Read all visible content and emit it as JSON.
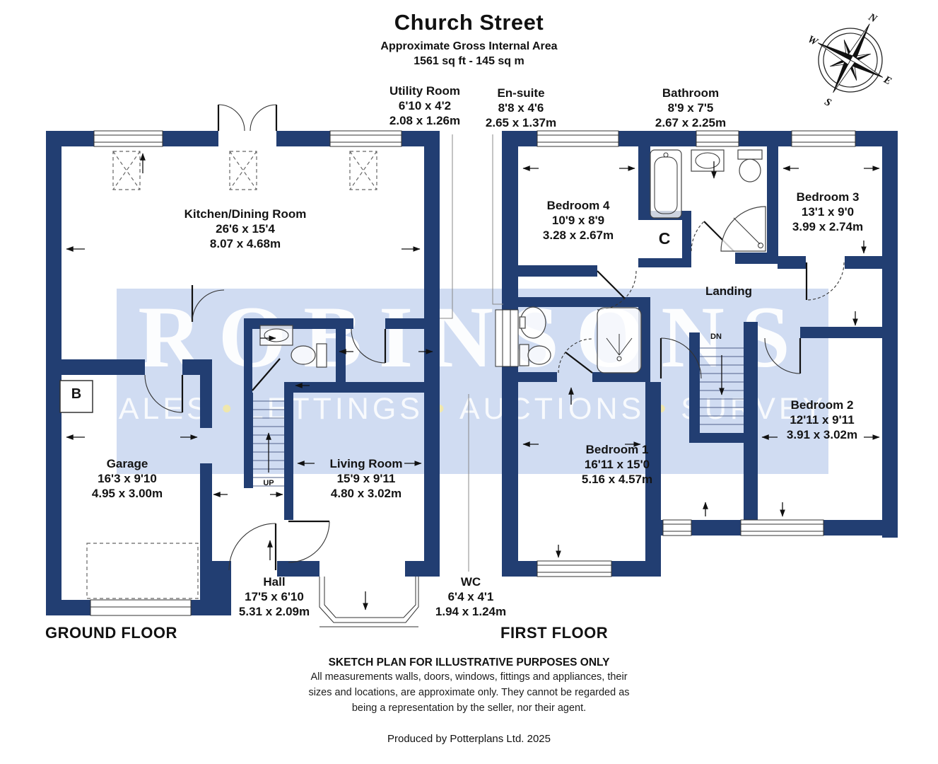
{
  "header": {
    "title": "Church Street",
    "subtitle": "Approximate Gross Internal Area",
    "area": "1561 sq ft - 145 sq m"
  },
  "watermark": {
    "brand": "ROBINSONS",
    "words": [
      "SALES",
      "LETTINGS",
      "AUCTIONS",
      "SURVEYS"
    ],
    "bullet": "•"
  },
  "compass": {
    "n": "N",
    "e": "E",
    "s": "S",
    "w": "W"
  },
  "rooms": {
    "utility": {
      "name": "Utility Room",
      "imperial": "6'10 x 4'2",
      "metric": "2.08 x 1.26m"
    },
    "ensuite": {
      "name": "En-suite",
      "imperial": "8'8 x 4'6",
      "metric": "2.65 x 1.37m"
    },
    "bathroom": {
      "name": "Bathroom",
      "imperial": "8'9 x 7'5",
      "metric": "2.67 x 2.25m"
    },
    "kitchen": {
      "name": "Kitchen/Dining Room",
      "imperial": "26'6 x 15'4",
      "metric": "8.07 x 4.68m"
    },
    "bedroom4": {
      "name": "Bedroom 4",
      "imperial": "10'9 x 8'9",
      "metric": "3.28 x 2.67m"
    },
    "bedroom3": {
      "name": "Bedroom 3",
      "imperial": "13'1 x 9'0",
      "metric": "3.99 x 2.74m"
    },
    "landing": {
      "name": "Landing"
    },
    "garage": {
      "name": "Garage",
      "imperial": "16'3 x 9'10",
      "metric": "4.95 x 3.00m"
    },
    "living": {
      "name": "Living Room",
      "imperial": "15'9 x 9'11",
      "metric": "4.80 x 3.02m"
    },
    "bedroom1": {
      "name": "Bedroom 1",
      "imperial": "16'11 x 15'0",
      "metric": "5.16 x 4.57m"
    },
    "bedroom2": {
      "name": "Bedroom 2",
      "imperial": "12'11 x 9'11",
      "metric": "3.91 x 3.02m"
    },
    "hall": {
      "name": "Hall",
      "imperial": "17'5 x 6'10",
      "metric": "5.31 x 2.09m"
    },
    "wc": {
      "name": "WC",
      "imperial": "6'4 x 4'1",
      "metric": "1.94 x 1.24m"
    }
  },
  "markers": {
    "up": "UP",
    "down": "DN",
    "boiler": "B",
    "cupboard": "C"
  },
  "floors": {
    "ground": "GROUND FLOOR",
    "first": "FIRST FLOOR"
  },
  "footer": {
    "disclaimer_title": "SKETCH PLAN FOR ILLUSTRATIVE PURPOSES ONLY",
    "disclaimer_line1": "All measurements walls, doors, windows, fittings and appliances, their",
    "disclaimer_line2": "sizes and locations, are approximate only. They cannot be regarded as",
    "disclaimer_line3": "being a representation by the seller, nor their agent.",
    "credit": "Produced by Potterplans Ltd. 2025"
  },
  "colors": {
    "wall": "#223e72",
    "watermark_band": "#d0dcf2",
    "watermark_bullet": "#efe7ad"
  }
}
